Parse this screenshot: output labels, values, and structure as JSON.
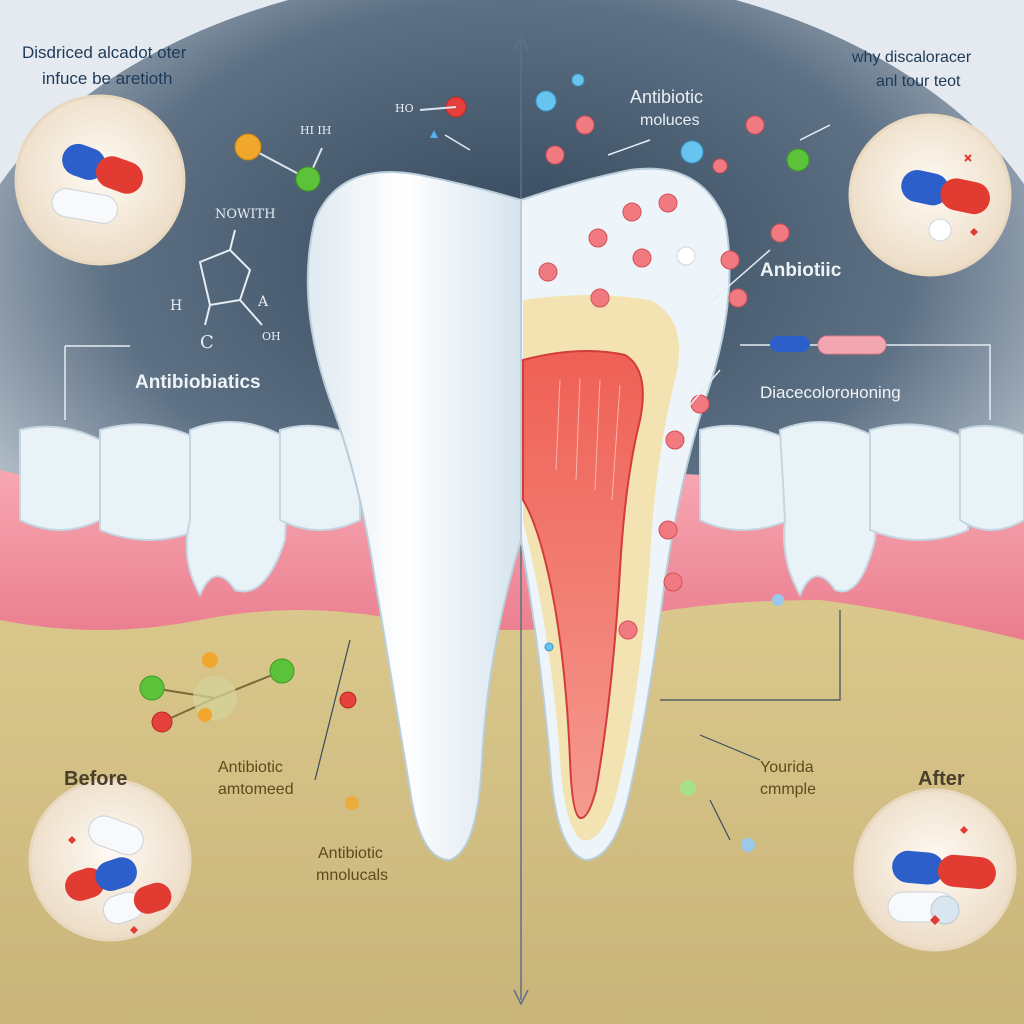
{
  "header": {
    "left_line1": "Disdriced alcadot oter",
    "left_line2": "infuce be aretioth",
    "right_line1": "why discaloracer",
    "right_line2": "anl tour teot"
  },
  "labels": {
    "antibiotic_molecules_top": [
      "Antibiotic",
      "moluces"
    ],
    "antibiobiatics": "Antibiobiatics",
    "anbiotiic": "Anbiotiic",
    "discoloration": "Diacecoloroноning",
    "antibiotic_armomed": [
      "Antibiotic",
      "amtomeed"
    ],
    "antibiotic_molucals": [
      "Antibiotic",
      "mnolucals"
    ],
    "yourida_cmmple": [
      "Yourida",
      "cmmple"
    ],
    "before": "Before",
    "after": "After",
    "chem_hi": "HI IH",
    "chem_ho": "HO",
    "chem_nowith": "NOWITH",
    "chem_h": "H",
    "chem_c": "C",
    "chem_a": "A",
    "chem_oh": "OH"
  },
  "colors": {
    "background": "#dfe6ec",
    "dark_panel": "#3a4c60",
    "gum": "#f08a99",
    "bone": "#d8c48a",
    "tooth": "#f2f8fb",
    "pulp": "#e4514f",
    "capsule_red": "#e23b32",
    "capsule_blue": "#2c5fc9",
    "molecule_red": "#ee6a72",
    "molecule_green": "#5cc23a",
    "molecule_blue": "#4fb3e8"
  }
}
